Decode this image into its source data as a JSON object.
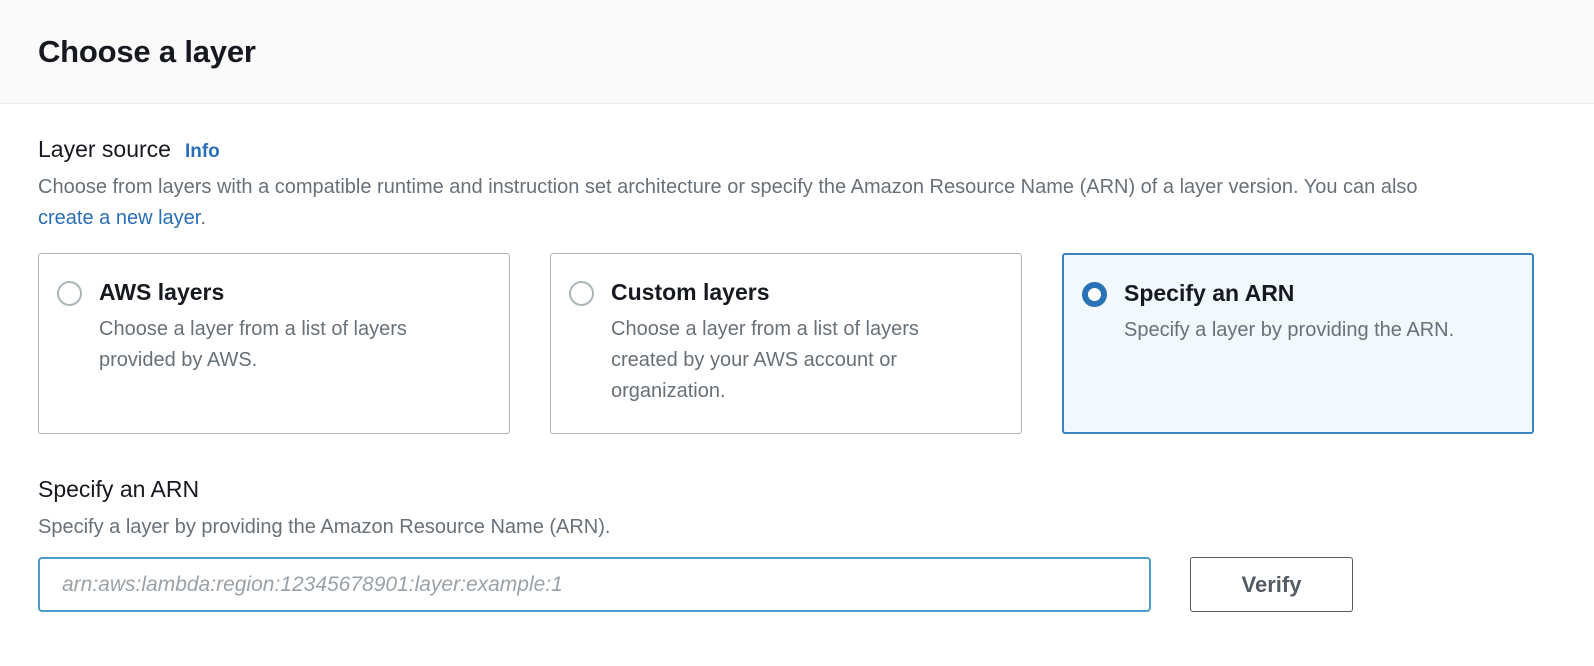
{
  "dialog": {
    "title": "Choose a layer"
  },
  "layer_source": {
    "label": "Layer source",
    "info_link": "Info",
    "description_part1": "Choose from layers with a compatible runtime and instruction set architecture or specify the Amazon Resource Name (ARN) of a layer version. You can also ",
    "description_link": "create a new layer",
    "description_part2": ".",
    "options": [
      {
        "title": "AWS layers",
        "description": "Choose a layer from a list of layers provided by AWS.",
        "selected": false
      },
      {
        "title": "Custom layers",
        "description": "Choose a layer from a list of layers created by your AWS account or organization.",
        "selected": false
      },
      {
        "title": "Specify an ARN",
        "description": "Specify a layer by providing the ARN.",
        "selected": true
      }
    ]
  },
  "arn_section": {
    "heading": "Specify an ARN",
    "description": "Specify a layer by providing the Amazon Resource Name (ARN).",
    "input_placeholder": "arn:aws:lambda:region:12345678901:layer:example:1",
    "input_value": "",
    "verify_label": "Verify"
  },
  "colors": {
    "accent_blue": "#2a6eb8",
    "selected_card_border": "#3a84c3",
    "selected_card_bg": "#f1f8fe",
    "input_focus_border": "#4a9ec6",
    "card_border": "#aab7b8",
    "text_primary": "#16191f",
    "text_secondary": "#687078",
    "header_bg": "#fafafa"
  }
}
